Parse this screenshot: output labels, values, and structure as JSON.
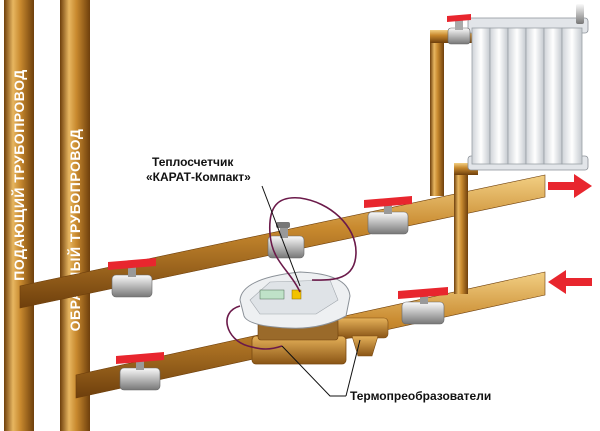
{
  "labels": {
    "supply_pipe": "ПОДАЮЩИЙ ТРУБОПРОВОД",
    "return_pipe": "ОБРАТНЫЙ ТРУБОПРОВОД",
    "meter_line1": "Теплосчетчик",
    "meter_line2": "«КАРАТ-Компакт»",
    "sensors": "Термопреобразователи"
  },
  "colors": {
    "pipe": "#c8892e",
    "pipe_dark": "#7a4a12",
    "pipe_light": "#f2cf83",
    "valve_handle": "#e8262e",
    "arrow": "#e8262e",
    "cable": "#6b1a4a"
  }
}
